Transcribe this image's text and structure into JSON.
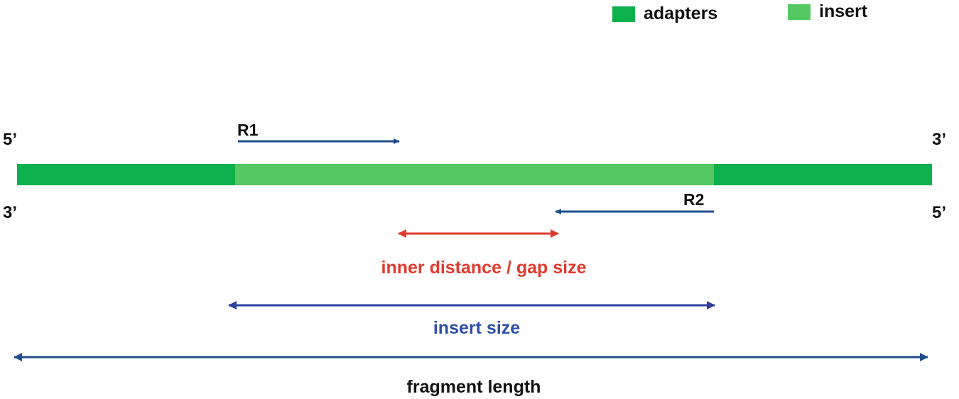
{
  "legend": {
    "items": [
      {
        "label": "adapters",
        "color": "#0db14b"
      },
      {
        "label": "insert",
        "color": "#55c862"
      }
    ]
  },
  "strand": {
    "top_left": "5’",
    "top_right": "3’",
    "bottom_left": "3’",
    "bottom_right": "5’"
  },
  "reads": {
    "r1": "R1",
    "r2": "R2",
    "color": "#1f4e8c"
  },
  "measures": {
    "inner_distance": {
      "label": "inner distance / gap size",
      "color": "#e03a2e"
    },
    "insert_size": {
      "label": "insert size",
      "color": "#2e4fa8"
    },
    "fragment_length": {
      "label": "fragment length",
      "color": "#111111"
    }
  },
  "colors": {
    "adapter": "#0db14b",
    "insert": "#55c862",
    "fragment_arrow": "#1f4e8c",
    "insert_arrow": "#2e3f9e",
    "text": "#111111"
  }
}
